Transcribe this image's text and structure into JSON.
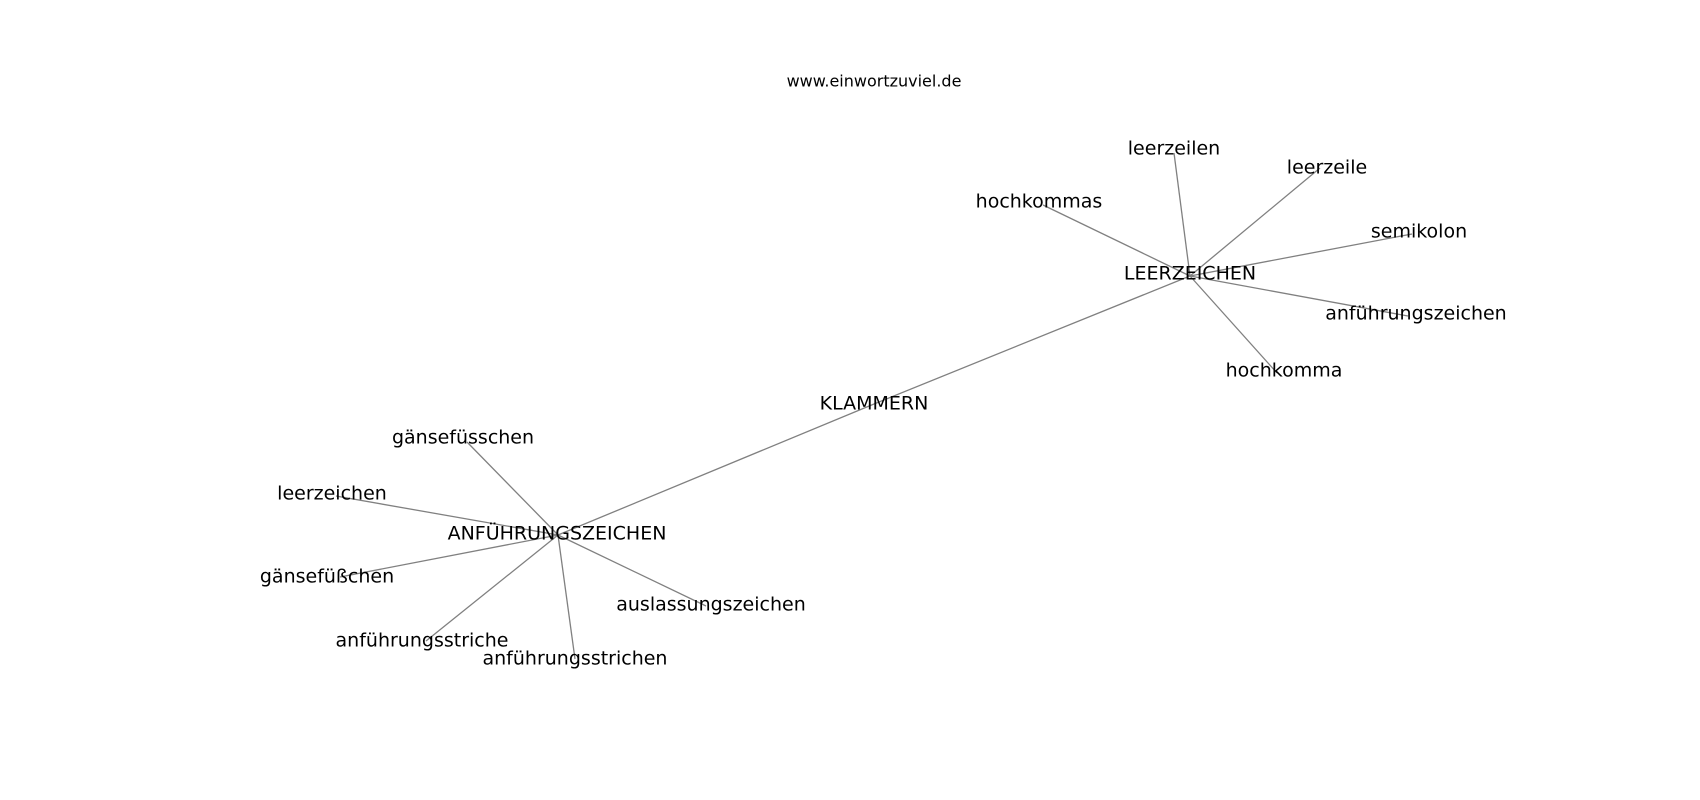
{
  "credit": "www.einwortzuviel.de",
  "colors": {
    "edge": "#808080",
    "text": "#000000",
    "background": "#ffffff"
  },
  "nodes": [
    {
      "id": "klammern",
      "label": "KLAMMERN"
    },
    {
      "id": "leerzeichen_hub",
      "label": "LEERZEICHEN"
    },
    {
      "id": "anfuehrungszeichen_hub",
      "label": "ANFÜHRUNGSZEICHEN"
    },
    {
      "id": "leerzeilen",
      "label": "leerzeilen"
    },
    {
      "id": "leerzeile",
      "label": "leerzeile"
    },
    {
      "id": "hochkommas",
      "label": "hochkommas"
    },
    {
      "id": "semikolon",
      "label": "semikolon"
    },
    {
      "id": "anfuehrungszeichen_lc",
      "label": "anführungszeichen"
    },
    {
      "id": "hochkomma",
      "label": "hochkomma"
    },
    {
      "id": "gaensefuesschen",
      "label": "gänsefüsschen"
    },
    {
      "id": "leerzeichen_lc",
      "label": "leerzeichen"
    },
    {
      "id": "gaensefuesschen_sz",
      "label": "gänsefüßchen"
    },
    {
      "id": "auslassungszeichen",
      "label": "auslassungszeichen"
    },
    {
      "id": "anfuehrungsstriche",
      "label": "anführungsstriche"
    },
    {
      "id": "anfuehrungsstrichen",
      "label": "anführungsstrichen"
    }
  ],
  "edges": [
    [
      "klammern",
      "leerzeichen_hub"
    ],
    [
      "klammern",
      "anfuehrungszeichen_hub"
    ],
    [
      "leerzeichen_hub",
      "leerzeilen"
    ],
    [
      "leerzeichen_hub",
      "leerzeile"
    ],
    [
      "leerzeichen_hub",
      "hochkommas"
    ],
    [
      "leerzeichen_hub",
      "semikolon"
    ],
    [
      "leerzeichen_hub",
      "anfuehrungszeichen_lc"
    ],
    [
      "leerzeichen_hub",
      "hochkomma"
    ],
    [
      "anfuehrungszeichen_hub",
      "gaensefuesschen"
    ],
    [
      "anfuehrungszeichen_hub",
      "leerzeichen_lc"
    ],
    [
      "anfuehrungszeichen_hub",
      "gaensefuesschen_sz"
    ],
    [
      "anfuehrungszeichen_hub",
      "auslassungszeichen"
    ],
    [
      "anfuehrungszeichen_hub",
      "anfuehrungsstriche"
    ],
    [
      "anfuehrungszeichen_hub",
      "anfuehrungsstrichen"
    ]
  ]
}
